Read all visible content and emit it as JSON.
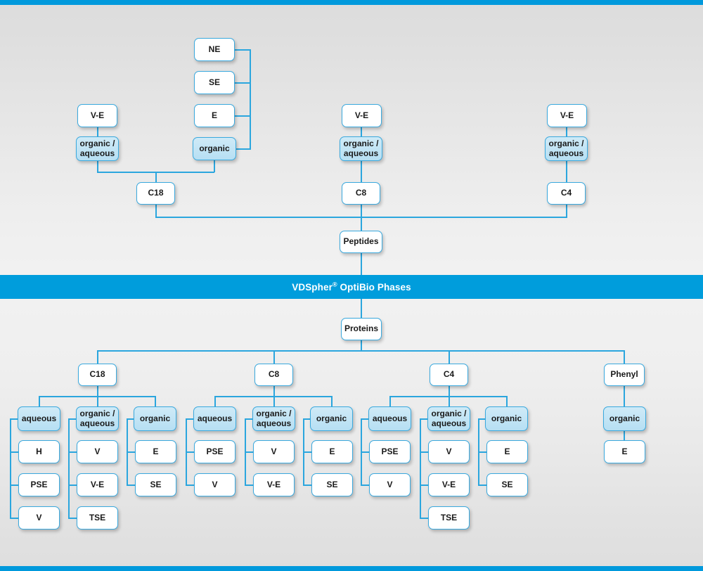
{
  "meta": {
    "title": "VDSpher OptiBio Phases selection chart",
    "colors": {
      "accent": "#009ddc",
      "line": "#2ba6de",
      "box_border": "#3aa9de",
      "box_fill": "#ffffff",
      "box_fill_highlight": "#bfe2f4",
      "background": "#e6e6e6",
      "text": "#1a1a1a",
      "banner_text": "#ffffff"
    }
  },
  "banner": {
    "brand": "VDSpher",
    "registered": "®",
    "rest": " OptiBio Phases"
  },
  "peptides": {
    "root_label": "Peptides",
    "columns": [
      {
        "phase_label": "C18",
        "groups": [
          {
            "group_label": "organic /\naqueous",
            "items": [
              {
                "label": "V-E"
              }
            ]
          },
          {
            "group_label": "organic",
            "items": [
              {
                "label": "NE"
              },
              {
                "label": "SE"
              },
              {
                "label": "E"
              }
            ]
          }
        ]
      },
      {
        "phase_label": "C8",
        "groups": [
          {
            "group_label": "organic /\naqueous",
            "items": [
              {
                "label": "V-E"
              }
            ]
          }
        ]
      },
      {
        "phase_label": "C4",
        "groups": [
          {
            "group_label": "organic /\naqueous",
            "items": [
              {
                "label": "V-E"
              }
            ]
          }
        ]
      }
    ]
  },
  "proteins": {
    "root_label": "Proteins",
    "columns": [
      {
        "phase_label": "C18",
        "groups": [
          {
            "group_label": "aqueous",
            "items": [
              "H",
              "PSE",
              "V"
            ]
          },
          {
            "group_label": "organic /\naqueous",
            "items": [
              "V",
              "V-E",
              "TSE"
            ]
          },
          {
            "group_label": "organic",
            "items": [
              "E",
              "SE"
            ]
          }
        ]
      },
      {
        "phase_label": "C8",
        "groups": [
          {
            "group_label": "aqueous",
            "items": [
              "PSE",
              "V"
            ]
          },
          {
            "group_label": "organic /\naqueous",
            "items": [
              "V",
              "V-E"
            ]
          },
          {
            "group_label": "organic",
            "items": [
              "E",
              "SE"
            ]
          }
        ]
      },
      {
        "phase_label": "C4",
        "groups": [
          {
            "group_label": "aqueous",
            "items": [
              "PSE",
              "V"
            ]
          },
          {
            "group_label": "organic /\naqueous",
            "items": [
              "V",
              "V-E",
              "TSE"
            ]
          },
          {
            "group_label": "organic",
            "items": [
              "E",
              "SE"
            ]
          }
        ]
      },
      {
        "phase_label": "Phenyl",
        "groups": [
          {
            "group_label": "organic",
            "items": [
              "E"
            ]
          }
        ]
      }
    ]
  },
  "boxes": {
    "top": {
      "ne": "NE",
      "se": "SE",
      "e": "E",
      "organic": "organic",
      "ve_c18": "V-E",
      "oa_c18": "organic /\naqueous",
      "c18": "C18",
      "ve_c8": "V-E",
      "oa_c8": "organic /\naqueous",
      "c8": "C8",
      "ve_c4": "V-E",
      "oa_c4": "organic /\naqueous",
      "c4": "C4",
      "peptides": "Peptides"
    },
    "bottom": {
      "proteins": "Proteins",
      "c18": "C18",
      "c18_aqueous": "aqueous",
      "c18_aq_1": "H",
      "c18_aq_2": "PSE",
      "c18_aq_3": "V",
      "c18_oa": "organic /\naqueous",
      "c18_oa_1": "V",
      "c18_oa_2": "V-E",
      "c18_oa_3": "TSE",
      "c18_org": "organic",
      "c18_org_1": "E",
      "c18_org_2": "SE",
      "c8": "C8",
      "c8_aqueous": "aqueous",
      "c8_aq_1": "PSE",
      "c8_aq_2": "V",
      "c8_oa": "organic /\naqueous",
      "c8_oa_1": "V",
      "c8_oa_2": "V-E",
      "c8_org": "organic",
      "c8_org_1": "E",
      "c8_org_2": "SE",
      "c4": "C4",
      "c4_aqueous": "aqueous",
      "c4_aq_1": "PSE",
      "c4_aq_2": "V",
      "c4_oa": "organic /\naqueous",
      "c4_oa_1": "V",
      "c4_oa_2": "V-E",
      "c4_oa_3": "TSE",
      "c4_org": "organic",
      "c4_org_1": "E",
      "c4_org_2": "SE",
      "phenyl": "Phenyl",
      "phenyl_org": "organic",
      "phenyl_org_1": "E"
    }
  }
}
